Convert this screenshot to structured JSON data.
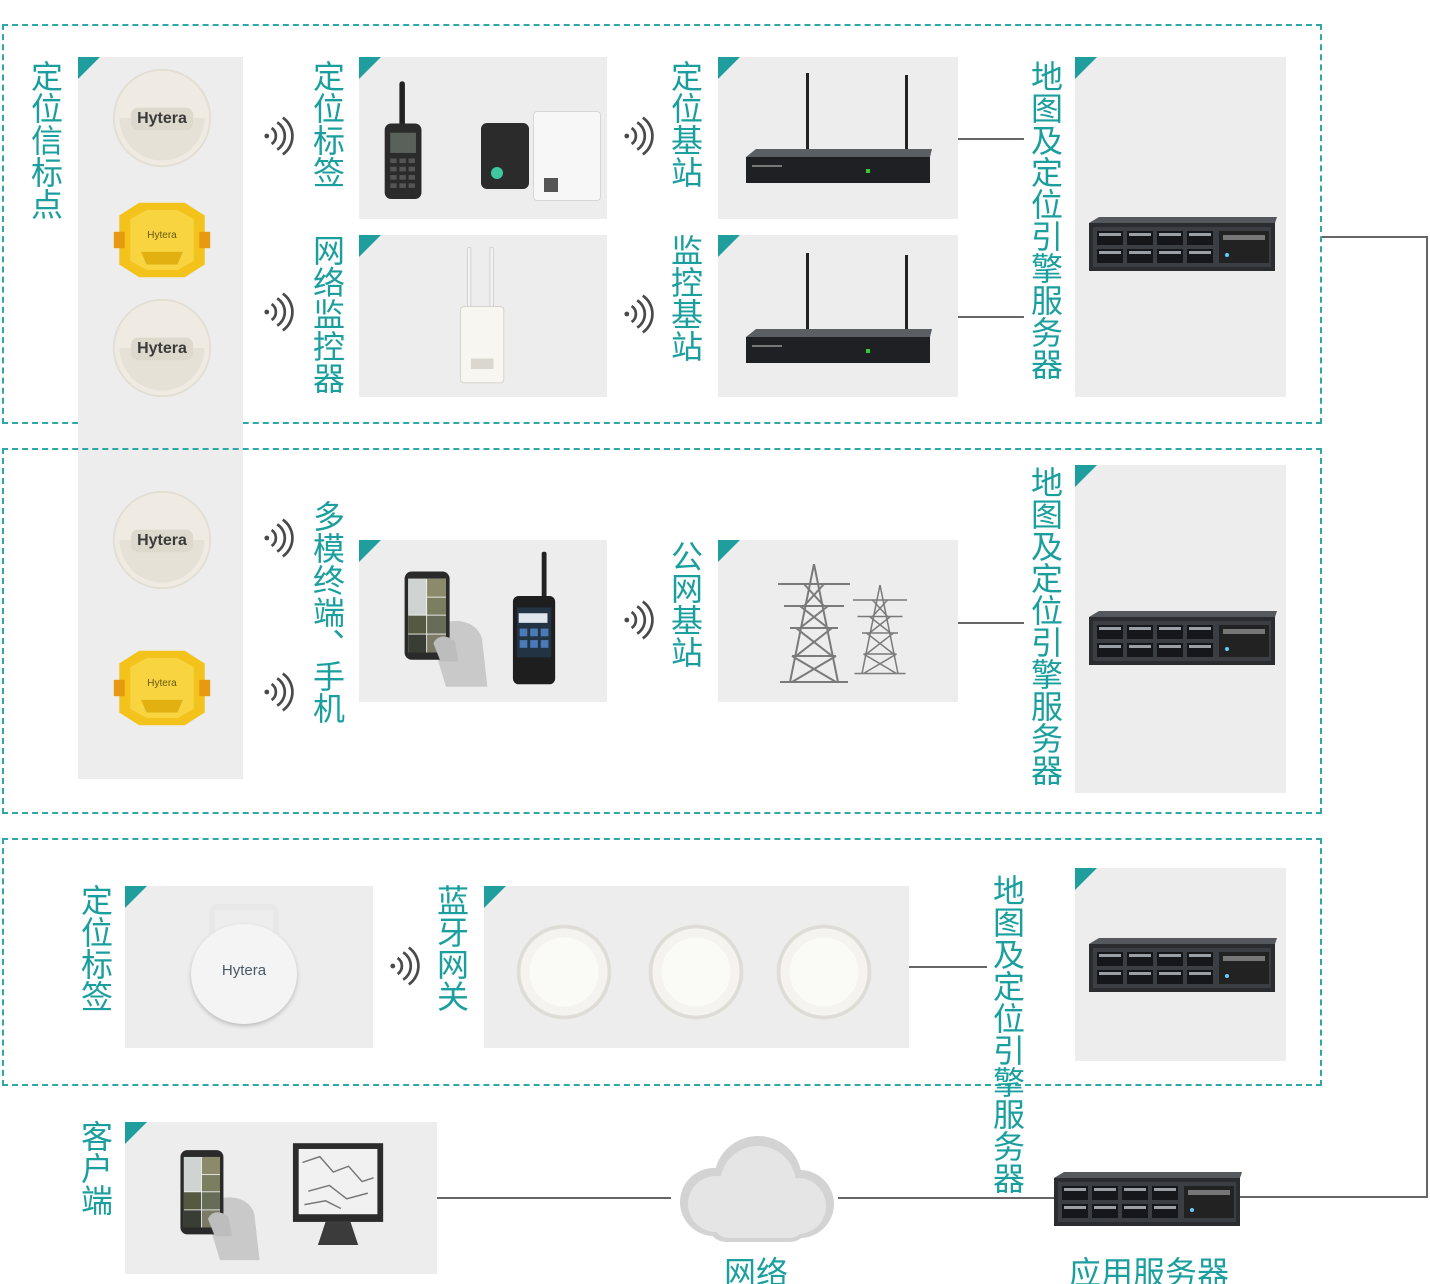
{
  "colors": {
    "accent": "#1b9f9e",
    "panel": "#ededed",
    "line": "#666666",
    "dash": "#2fa7a6"
  },
  "zone1": {
    "beacon_label": "定位信标点",
    "tag_label": "定位标签",
    "station_label": "定位基站",
    "server_label": "地图及定位引擎服务器",
    "monitor_label": "网络监控器",
    "monitor_station_label": "监控基站"
  },
  "zone2": {
    "terminal_label": "多模终端、手机",
    "public_station_label": "公网基站",
    "server_label": "地图及定位引擎服务器"
  },
  "zone3": {
    "tag_label": "定位标签",
    "gateway_label": "蓝牙网关",
    "server_label": "地图及定位引擎服务器"
  },
  "bottom": {
    "client_label": "客户端",
    "network_label": "网络",
    "app_server_label": "应用服务器"
  },
  "brand": {
    "logo_text": "Hytera"
  },
  "icons": [
    "wireless-signal-icon",
    "server-icon",
    "cloud-icon",
    "base-station-icon",
    "beacon-icon",
    "radio-icon",
    "phone-icon",
    "monitor-icon",
    "tower-icon"
  ]
}
